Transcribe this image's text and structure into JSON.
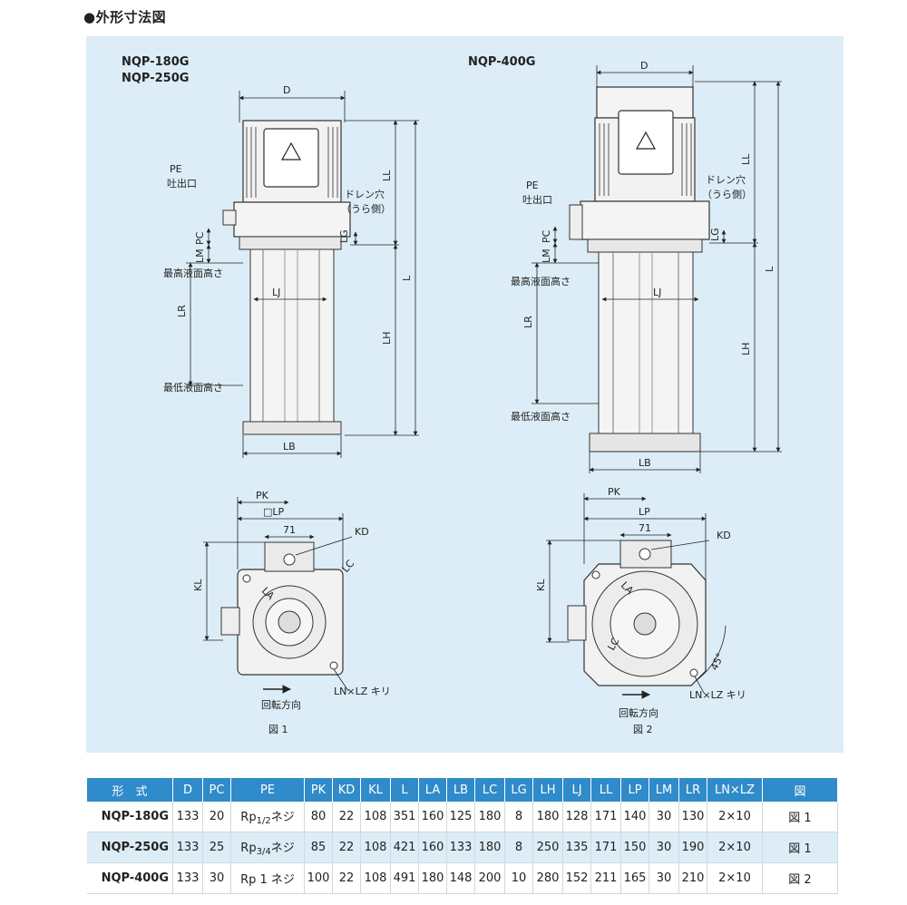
{
  "title": "●外形寸法図",
  "figures": {
    "left_models": [
      "NQP-180G",
      "NQP-250G"
    ],
    "right_model": "NQP-400G",
    "fig1": "図 1",
    "fig2": "図 2",
    "dims": {
      "D": "D",
      "LL": "LL",
      "L": "L",
      "LH": "LH",
      "LG": "LG",
      "PC": "PC",
      "LM": "LM",
      "LR": "LR",
      "LJ": "LJ",
      "LB": "LB",
      "PK": "PK",
      "LP_sq": "□LP",
      "LP": "LP",
      "d71": "71",
      "KD": "KD",
      "KL": "KL",
      "LC": "LC",
      "LA": "LA",
      "deg45": "45°"
    },
    "annotations": {
      "pe": "PE",
      "outlet": "吐出口",
      "drain1": "ドレン穴",
      "drain2": "（うら側）",
      "max_level": "最高液面高さ",
      "min_level": "最低液面高さ",
      "holes": "LN×LZ キリ",
      "rotation": "回転方向"
    }
  },
  "table": {
    "headers": [
      "形　式",
      "D",
      "PC",
      "PE",
      "PK",
      "KD",
      "KL",
      "L",
      "LA",
      "LB",
      "LC",
      "LG",
      "LH",
      "LJ",
      "LL",
      "LP",
      "LM",
      "LR",
      "LN×LZ",
      "図"
    ],
    "rows": [
      {
        "model": "NQP-180G",
        "D": "133",
        "PC": "20",
        "pe_a": "Rp",
        "pe_frac": "1/2",
        "pe_b": "ネジ",
        "PK": "80",
        "KD": "22",
        "KL": "108",
        "L": "351",
        "LA": "160",
        "LB": "125",
        "LC": "180",
        "LG": "8",
        "LH": "180",
        "LJ": "128",
        "LL": "171",
        "LP": "140",
        "LM": "30",
        "LR": "130",
        "LNLZ": "2×10",
        "fig": "図 1"
      },
      {
        "model": "NQP-250G",
        "D": "133",
        "PC": "25",
        "pe_a": "Rp",
        "pe_frac": "3/4",
        "pe_b": "ネジ",
        "PK": "85",
        "KD": "22",
        "KL": "108",
        "L": "421",
        "LA": "160",
        "LB": "133",
        "LC": "180",
        "LG": "8",
        "LH": "250",
        "LJ": "135",
        "LL": "171",
        "LP": "150",
        "LM": "30",
        "LR": "190",
        "LNLZ": "2×10",
        "fig": "図 1"
      },
      {
        "model": "NQP-400G",
        "D": "133",
        "PC": "30",
        "pe_a": "Rp",
        "pe_frac": "1",
        "pe_b": "ネジ",
        "PK": "100",
        "KD": "22",
        "KL": "108",
        "L": "491",
        "LA": "180",
        "LB": "148",
        "LC": "200",
        "LG": "10",
        "LH": "280",
        "LJ": "152",
        "LL": "211",
        "LP": "165",
        "LM": "30",
        "LR": "210",
        "LNLZ": "2×10",
        "fig": "図 2"
      }
    ]
  },
  "colors": {
    "panel": "#dcedf7",
    "header": "#2f8bc9",
    "shade": "#dcedf7"
  }
}
